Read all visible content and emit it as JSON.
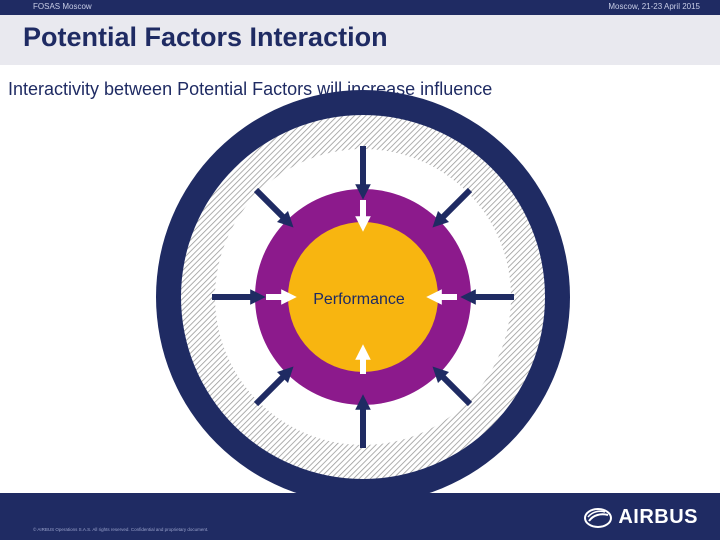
{
  "header": {
    "left": "FOSAS Moscow",
    "right": "Moscow, 21-23 April 2015"
  },
  "title": "Potential Factors Interaction",
  "subtitle": "Interactivity between Potential Factors will increase influence",
  "diagram": {
    "center_label": "Performance",
    "colors": {
      "outer_ring": "#1f2b63",
      "inner_ring": "#8c1a8c",
      "core": "#f8b510",
      "hatch": "#9a9a9a",
      "arrow_outer": "#1f2b63",
      "arrow_inner": "#ffffff"
    }
  },
  "footer": {
    "copyright": "© AIRBUS Operations S.A.S. All rights reserved. Confidential and proprietary document.",
    "brand": "AIRBUS"
  }
}
